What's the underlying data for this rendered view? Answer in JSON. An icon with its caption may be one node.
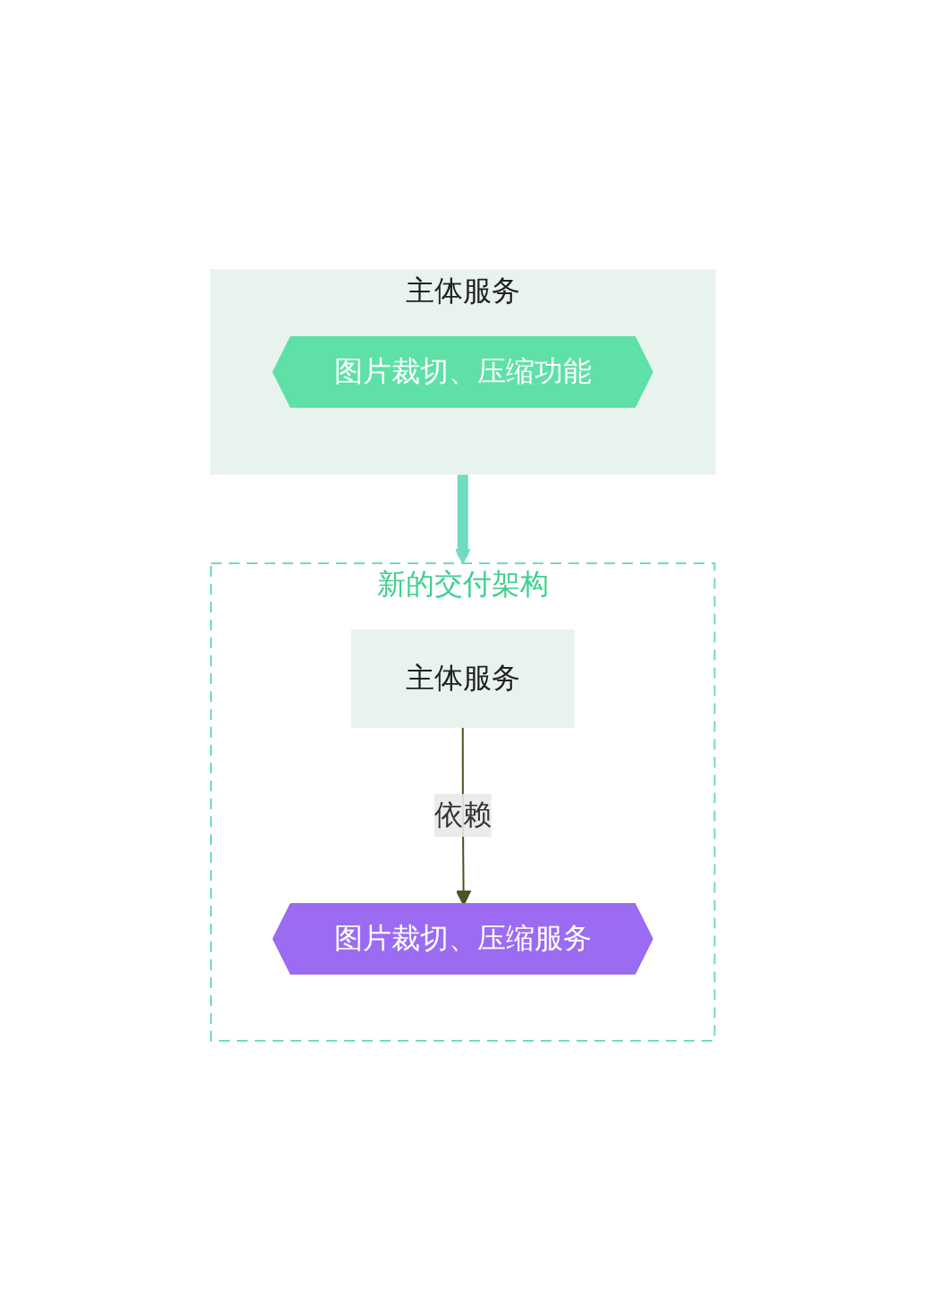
{
  "diagram": {
    "nodes": [
      {
        "text": [
          "主体服务"
        ]
      },
      {
        "text": [
          "图片裁切、压缩功能"
        ],
        "in": 0
      },
      {
        "text": [
          "新的交付架构"
        ]
      },
      {
        "text": [
          "主体服务"
        ],
        "in": 2
      },
      {
        "text": [
          "图片裁切、压缩服务"
        ],
        "in": 2
      }
    ],
    "edges": [
      {
        "from": 0,
        "to": 2,
        "arrow": "to",
        "style": "thick",
        "color": "#6fdcc0"
      },
      {
        "from": 3,
        "to": 4,
        "arrow": "to",
        "label": "依赖",
        "color": "#4b5320"
      }
    ]
  }
}
